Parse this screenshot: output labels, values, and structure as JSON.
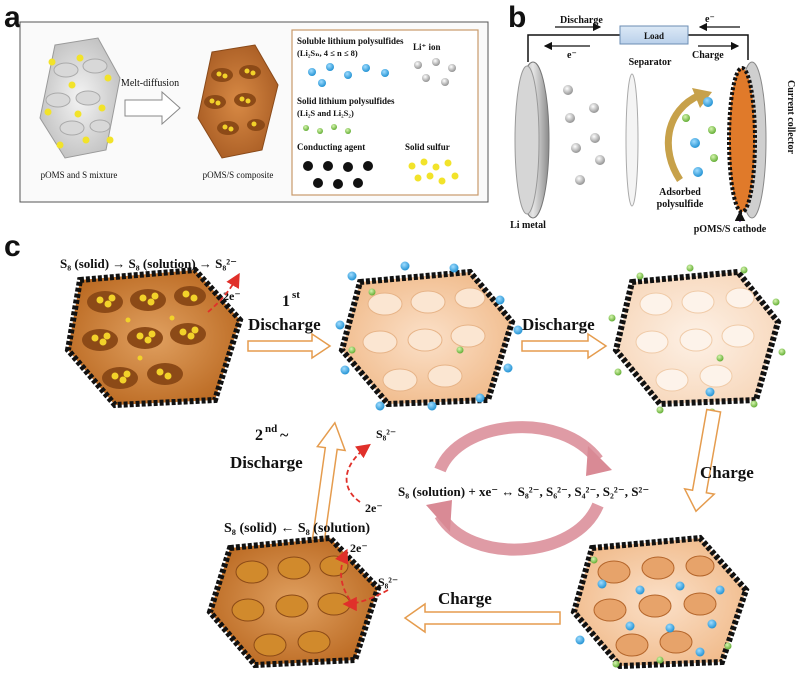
{
  "panels": {
    "a": "a",
    "b": "b",
    "c": "c"
  },
  "panel_a": {
    "arrow_label": "Melt-diffusion",
    "left_caption": "pOMS and S mixture",
    "right_caption": "pOMS/S composite",
    "legend": {
      "soluble_title": "Soluble lithium polysulfides",
      "soluble_sub": "(Li₂Sₙ, 4 ≤ n ≤ 8)",
      "li_ion": "Li⁺ ion",
      "solid_title": "Solid lithium polysulfides",
      "solid_sub": "(Li₂S and Li₂S₂)",
      "conducting": "Conducting agent",
      "solid_sulfur": "Solid sulfur"
    }
  },
  "panel_b": {
    "discharge": "Discharge",
    "load": "Load",
    "e_right": "e⁻",
    "charge": "Charge",
    "e_left": "e⁻",
    "separator": "Separator",
    "current_collector": "Current collector",
    "li_metal": "Li metal",
    "adsorbed": "Adsorbed",
    "polysulfide": "polysulfide",
    "cathode": "pOMS/S cathode"
  },
  "panel_c": {
    "top_equation": "S₈ (solid) → S₈ (solution) → S₈²⁻",
    "two_e_top": "2e⁻",
    "first": "1",
    "first_sup": "st",
    "discharge_1": "Discharge",
    "discharge_2": "Discharge",
    "second": "2",
    "second_sup": "nd",
    "second_tilde": "~",
    "discharge_3": "Discharge",
    "s8_2_mid": "S₈²⁻",
    "two_e_mid": "2e⁻",
    "solid_from_solution": "S₈ (solid) ← S₈ (solution)",
    "center_equation": "S₈ (solution) + xe⁻ ↔ S₈²⁻, S₆²⁻, S₄²⁻, S₂²⁻, S²⁻",
    "charge_right": "Charge",
    "charge_bottom": "Charge",
    "two_e_bottom": "2e⁻",
    "s8_2_bottom": "S₈²⁻"
  },
  "colors": {
    "particle_dark": "#b4652a",
    "particle_light": "#f3c9a2",
    "particle_faint": "#f7dcc6",
    "sulfur": "#f2e32a",
    "polysulfide_blue": "#2fa7e0",
    "polysulfide_green": "#7cc441",
    "carbon": "#111111",
    "arrow_outline": "#e59c4e",
    "redox_arrow": "#d98a95",
    "electron_dash": "#e0302a"
  }
}
